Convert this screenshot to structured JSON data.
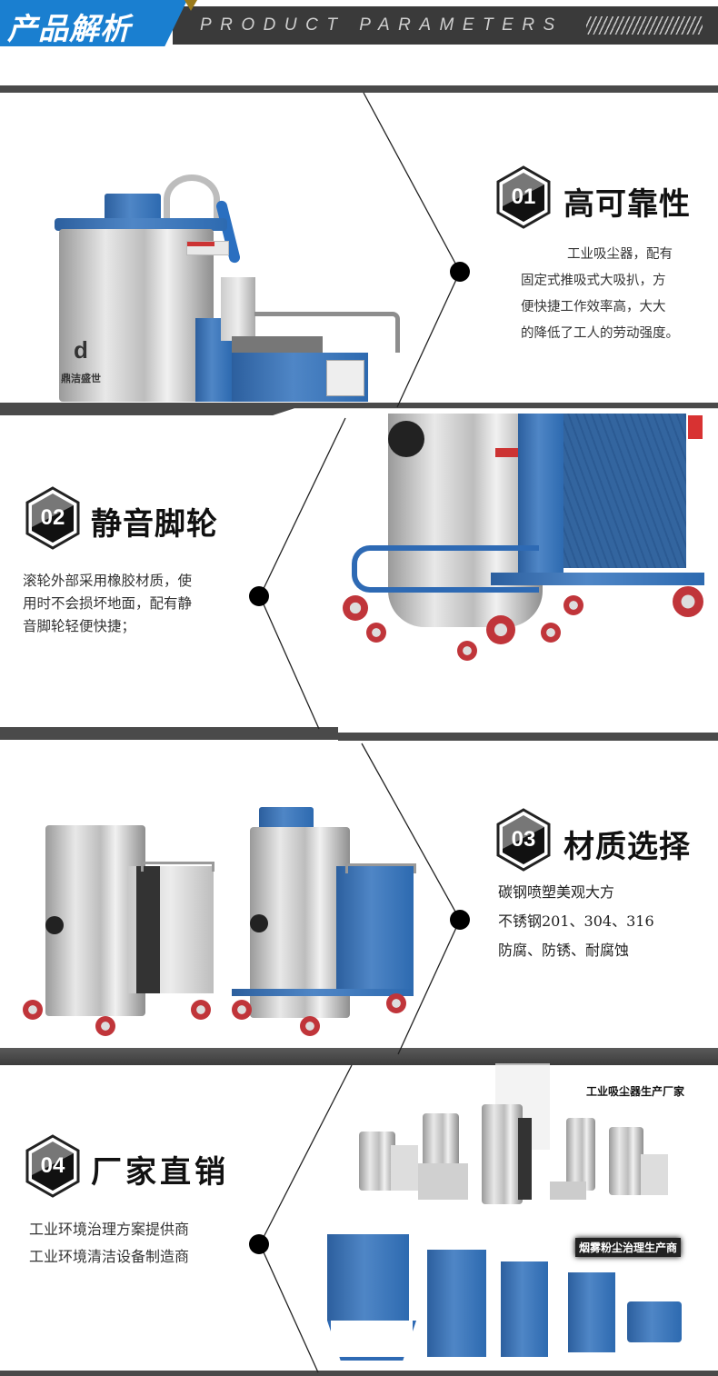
{
  "header": {
    "title_cn": "产品解析",
    "title_en": "PRODUCT PARAMETERS",
    "colors": {
      "blue": "#1a7fd0",
      "dark": "#3a3a3a",
      "gold": "#9a7a1a"
    }
  },
  "sections": [
    {
      "number": "01",
      "title": "高可靠性",
      "lines": [
        "工业吸尘器，配有",
        "固定式推吸式大吸扒，方",
        "便快捷工作效率高，大大",
        "的降低了工人的劳动强度。"
      ],
      "image": "stainless-steel-vacuum-cleaner-blue-lid"
    },
    {
      "number": "02",
      "title": "静音脚轮",
      "lines": [
        "滚轮外部采用橡胶材质，使",
        "用时不会损坏地面，配有静",
        "音脚轮轻便快捷；"
      ],
      "image": "vacuum-cleaner-closeup-red-casters"
    },
    {
      "number": "03",
      "title": "材质选择",
      "lines": [
        "碳钢喷塑美观大方",
        "不锈钢201、304、316",
        "防腐、防锈、耐腐蚀"
      ],
      "image": "two-vacuum-cleaners-stainless-and-blue"
    },
    {
      "number": "04",
      "title": "厂家直销",
      "lines": [
        "工业环境治理方案提供商",
        "工业环境清洁设备制造商"
      ],
      "image": "product-lineup",
      "image_tags": [
        "工业吸尘器生产厂家",
        "烟雾粉尘治理生产商"
      ]
    }
  ],
  "brand": {
    "logo_letter": "d",
    "name": "鼎洁盛世"
  }
}
